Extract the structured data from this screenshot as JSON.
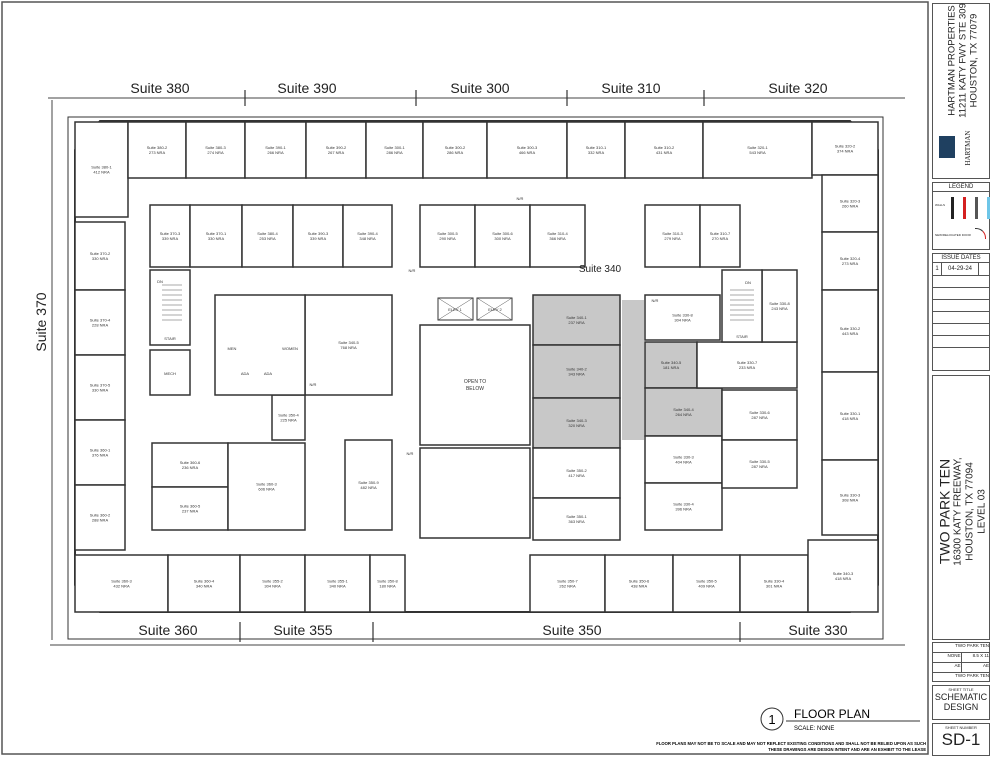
{
  "title_block": {
    "owner": "HARTMAN PROPERTIES",
    "owner_address_1": "11211 KATY FWY STE 309",
    "owner_address_2": "HOUSTON, TX 77079",
    "logo_text": "HARTMAN",
    "legend_title": "LEGEND",
    "legend_wall": "WALLS",
    "legend_door": "NEW/RELOCATED DOOR",
    "legend_colors": [
      "#222222",
      "#d42020",
      "#555555",
      "#6ec6e8"
    ],
    "issue_dates_title": "ISSUE DATES",
    "issue_dates": [
      {
        "no": "1",
        "date": "04-29-24"
      }
    ],
    "project_name": "TWO PARK TEN",
    "project_address_1": "16300 KATY FREEWAY,",
    "project_address_2": "HOUSTON, TX 77094",
    "project_level": "LEVEL 03",
    "info": {
      "project": "TWO PARK TEN",
      "scale": "NONE",
      "sheet_size": "8.5 X 11",
      "drawn_by": "AE",
      "checked_by": "AE",
      "file_name": "TWO PARK TEN"
    },
    "sheet_title_label": "SHEET TITLE",
    "sheet_title_1": "SCHEMATIC",
    "sheet_title_2": "DESIGN",
    "sheet_number_label": "SHEET NUMBER",
    "sheet_number": "SD-1"
  },
  "drawing": {
    "number": "1",
    "title": "FLOOR PLAN",
    "scale": "SCALE: NONE",
    "disclaimer_1": "FLOOR PLANS MAY NOT BE TO SCALE AND MAY NOT REFLECT EXISTING CONDITIONS AND SHALL NOT BE RELIED UPON AS SUCH",
    "disclaimer_2": "THESE DRAWINGS ARE DESIGN INTENT AND ARE AN EXHIBIT TO THE LEASE"
  },
  "suites": {
    "top": [
      "Suite 380",
      "Suite 390",
      "Suite 300",
      "Suite 310",
      "Suite 320"
    ],
    "left": "Suite 370",
    "bottom": [
      "Suite 360",
      "Suite 355",
      "Suite 350",
      "Suite 330"
    ],
    "center": "Suite 340"
  },
  "highlight_color": "#c8c8c8",
  "rooms": [
    {
      "name": "Suite 380-1",
      "area": "412 NRA"
    },
    {
      "name": "Suite 380-2",
      "area": "273 NRA"
    },
    {
      "name": "Suite 380-3",
      "area": "274 NRA"
    },
    {
      "name": "Suite 390-1",
      "area": "266 NRA"
    },
    {
      "name": "Suite 390-2",
      "area": "267 NRA"
    },
    {
      "name": "Suite 300-1",
      "area": "286 NRA"
    },
    {
      "name": "Suite 300-2",
      "area": "286 NRA"
    },
    {
      "name": "Suite 300-3",
      "area": "466 NRA"
    },
    {
      "name": "Suite 310-1",
      "area": "332 NRA"
    },
    {
      "name": "Suite 310-2",
      "area": "431 NRA"
    },
    {
      "name": "Suite 320-1",
      "area": "543 NRA"
    },
    {
      "name": "Suite 320-2",
      "area": "374 NRA"
    },
    {
      "name": "Suite 320-3",
      "area": "260 NRA"
    },
    {
      "name": "Suite 320-4",
      "area": "273 NRA"
    },
    {
      "name": "Suite 330-2",
      "area": "443 NRA"
    },
    {
      "name": "Suite 330-1",
      "area": "418 NRA"
    },
    {
      "name": "Suite 330-3",
      "area": "308 NRA"
    },
    {
      "name": "Suite 370-2",
      "area": "330 NRA"
    },
    {
      "name": "Suite 370-4",
      "area": "228 NRA"
    },
    {
      "name": "Suite 370-5",
      "area": "330 NRA"
    },
    {
      "name": "Suite 360-1",
      "area": "376 NRA"
    },
    {
      "name": "Suite 360-2",
      "area": "288 NRA"
    },
    {
      "name": "Suite 360-3",
      "area": "432 NRA"
    },
    {
      "name": "Suite 360-4",
      "area": "340 NRA"
    },
    {
      "name": "Suite 355-2",
      "area": "304 NRA"
    },
    {
      "name": "Suite 355-1",
      "area": "340 NRA"
    },
    {
      "name": "Suite 350-8",
      "area": "180 NRA"
    },
    {
      "name": "Suite 350-7",
      "area": "262 NRA"
    },
    {
      "name": "Suite 350-6",
      "area": "438 NRA"
    },
    {
      "name": "Suite 350-5",
      "area": "409 NRA"
    },
    {
      "name": "Suite 330-4",
      "area": "301 NRA"
    },
    {
      "name": "Suite 340-3",
      "area": "418 NRA"
    },
    {
      "name": "Suite 370-3",
      "area": "339 NRA"
    },
    {
      "name": "Suite 370-1",
      "area": "330 NRA"
    },
    {
      "name": "Suite 380-4",
      "area": "253 NRA"
    },
    {
      "name": "Suite 390-3",
      "area": "339 NRA"
    },
    {
      "name": "Suite 390-4",
      "area": "348 NRA"
    },
    {
      "name": "Suite 300-5",
      "area": "290 NRA"
    },
    {
      "name": "Suite 300-6",
      "area": "300 NRA"
    },
    {
      "name": "Suite 310-4",
      "area": "366 NRA"
    },
    {
      "name": "Suite 310-3",
      "area": "279 NRA"
    },
    {
      "name": "Suite 310-7",
      "area": "270 NRA"
    },
    {
      "name": "Suite 340-5",
      "area": "768 NRA"
    },
    {
      "name": "Suite 350-4",
      "area": "225 NRA"
    },
    {
      "name": "Suite 340-1",
      "area": "237 NRA"
    },
    {
      "name": "Suite 340-2",
      "area": "343 NRA"
    },
    {
      "name": "Suite 340-3",
      "area": "320 NRA"
    },
    {
      "name": "Suite 350-2",
      "area": "417 NRA"
    },
    {
      "name": "Suite 350-1",
      "area": "363 NRA"
    },
    {
      "name": "Suite 330-8",
      "area": "304 NRA"
    },
    {
      "name": "Suite 340-5",
      "area": "181 NRA"
    },
    {
      "name": "Suite 340-4",
      "area": "264 NRA"
    },
    {
      "name": "Suite 330-3",
      "area": "404 NRA"
    },
    {
      "name": "Suite 330-4",
      "area": "396 NRA"
    },
    {
      "name": "Suite 330-7",
      "area": "233 NRA"
    },
    {
      "name": "Suite 330-6",
      "area": "287 NRA"
    },
    {
      "name": "Suite 330-5",
      "area": "287 NRA"
    },
    {
      "name": "Suite 330-8",
      "area": "243 NRA"
    },
    {
      "name": "Suite 360-6",
      "area": "236 NRA"
    },
    {
      "name": "Suite 360-5",
      "area": "237 NRA"
    },
    {
      "name": "Suite 360-3",
      "area": "606 NRA"
    },
    {
      "name": "Suite 350-9",
      "area": "482 NRA"
    }
  ],
  "core": {
    "stair": "STAIR",
    "down": "DN",
    "mech": "MECH",
    "men": "MEN",
    "women": "WOMEN",
    "ada": "ADA",
    "open_to_below_1": "OPEN TO",
    "open_to_below_2": "BELOW",
    "elev_1": "ELEV 1",
    "elev_2": "ELEV 2",
    "nir": "N/R"
  }
}
